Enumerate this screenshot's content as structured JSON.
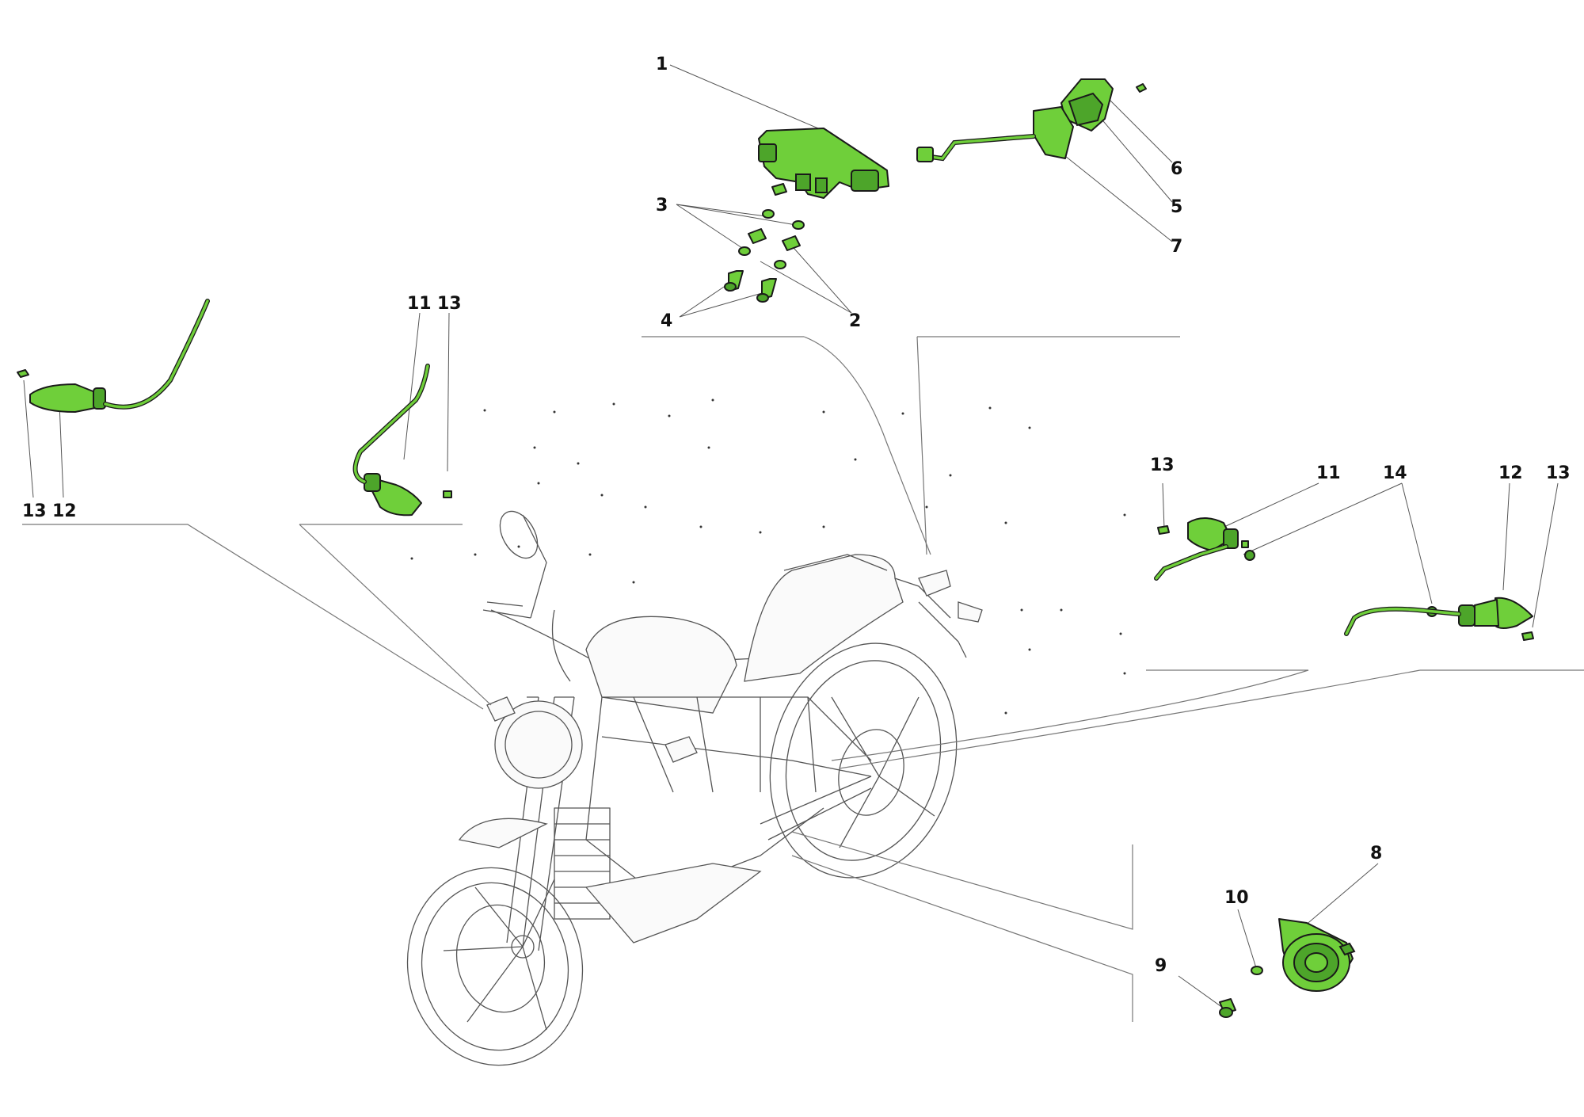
{
  "diagram": {
    "type": "exploded-parts-diagram",
    "colors": {
      "part_fill": "#6fcf3a",
      "part_outline": "#1a1a1a",
      "linework": "#555555",
      "background": "#ffffff"
    },
    "callouts": {
      "c1": "1",
      "c2": "2",
      "c3": "3",
      "c4": "4",
      "c5": "5",
      "c6": "6",
      "c7": "7",
      "c8": "8",
      "c9": "9",
      "c10": "10",
      "c11a": "11",
      "c13a": "13",
      "c13b": "13",
      "c12a": "12",
      "c13c": "13",
      "c11b": "11",
      "c14": "14",
      "c12b": "12",
      "c13d": "13"
    }
  }
}
